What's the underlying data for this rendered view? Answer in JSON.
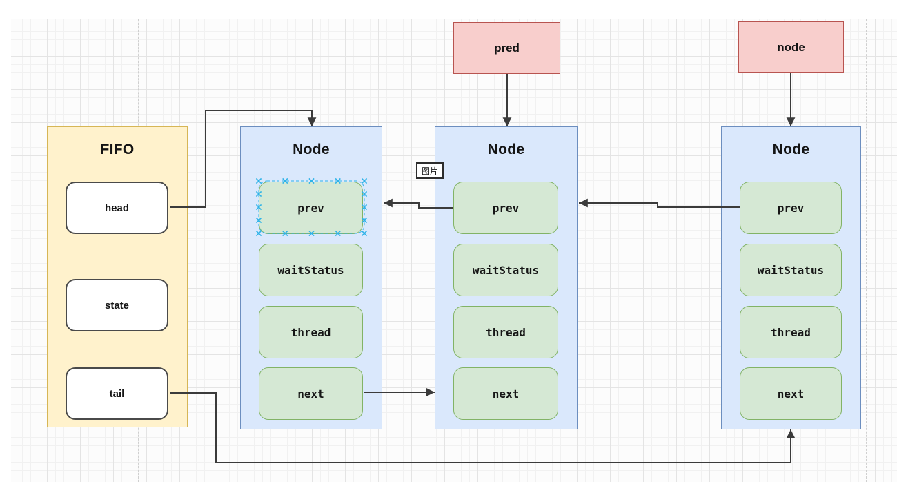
{
  "diagram": {
    "fifo": {
      "title": "FIFO",
      "fields": [
        "head",
        "state",
        "tail"
      ]
    },
    "nodes": [
      {
        "title": "Node",
        "fields": [
          "prev",
          "waitStatus",
          "thread",
          "next"
        ],
        "selected_field": "prev"
      },
      {
        "title": "Node",
        "fields": [
          "prev",
          "waitStatus",
          "thread",
          "next"
        ]
      },
      {
        "title": "Node",
        "fields": [
          "prev",
          "waitStatus",
          "thread",
          "next"
        ]
      }
    ],
    "pointers": [
      {
        "label": "pred"
      },
      {
        "label": "node"
      }
    ],
    "overlay_label": "图片",
    "edges": [
      {
        "from": "FIFO.head",
        "to": "node1.top"
      },
      {
        "from": "pred",
        "to": "node2.top"
      },
      {
        "from": "node",
        "to": "node3.top"
      },
      {
        "from": "node2.prev",
        "to": "node1"
      },
      {
        "from": "node3.prev",
        "to": "node2"
      },
      {
        "from": "node1.next",
        "to": "node2"
      },
      {
        "from": "FIFO.tail",
        "to": "node3.bottom"
      }
    ],
    "colors": {
      "fifo_fill": "#fff2cc",
      "fifo_stroke": "#d6b656",
      "node_fill": "#dae8fc",
      "node_stroke": "#6c8ebf",
      "field_fill": "#d5e8d4",
      "field_stroke": "#82b366",
      "pointer_fill": "#f8cecc",
      "pointer_stroke": "#b85450",
      "edge": "#3b3b3b",
      "selection": "#2fb3e8"
    }
  }
}
